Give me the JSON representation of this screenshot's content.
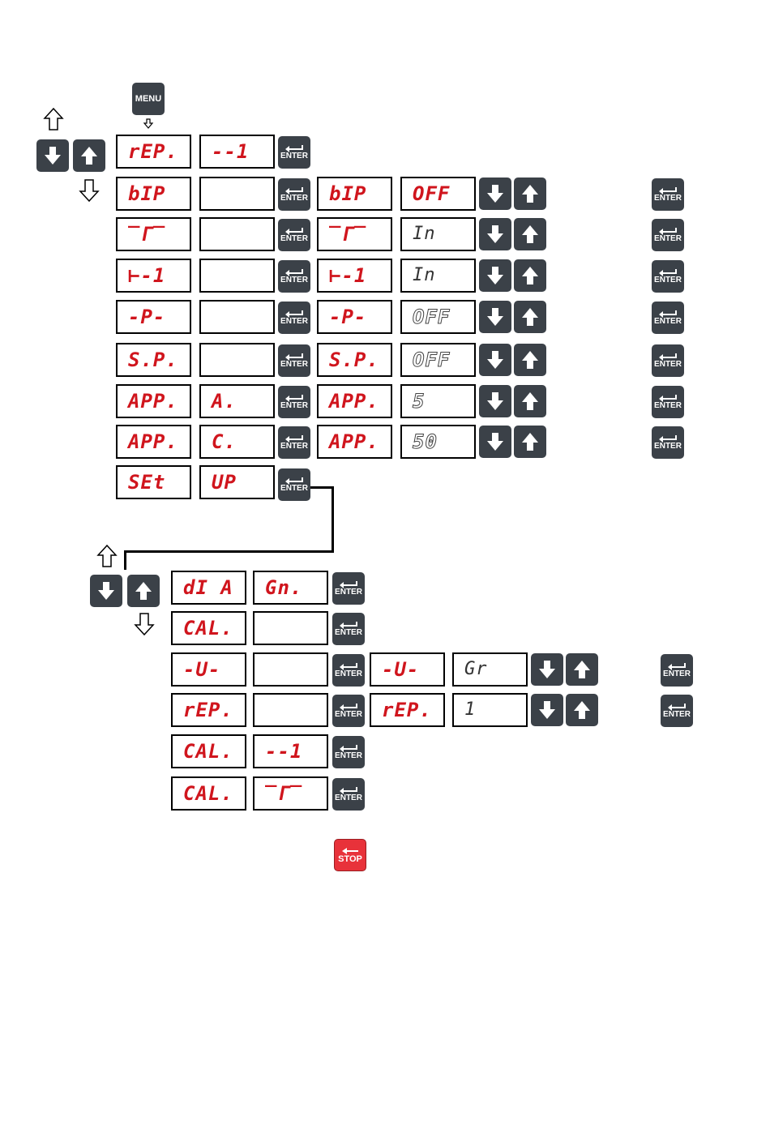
{
  "menu_key": {
    "label": "MENU"
  },
  "enter_label": "ENTER",
  "stop_label": "STOP",
  "main_menu": {
    "header": {
      "left": "rEP.",
      "right": "--1"
    },
    "rows": [
      {
        "left": "bIP",
        "mid": "",
        "sub_left": "bIP",
        "sub_value": "OFF",
        "value_style": "red"
      },
      {
        "left": "‾Γ‾",
        "mid": "",
        "sub_left": "‾Γ‾",
        "sub_value": "In",
        "value_style": "dark"
      },
      {
        "left": "⊢-1",
        "mid": "",
        "sub_left": "⊢-1",
        "sub_value": "In",
        "value_style": "dark"
      },
      {
        "left": "-P-",
        "mid": "",
        "sub_left": "-P-",
        "sub_value": "OFF",
        "value_style": "outline"
      },
      {
        "left": "S.P.",
        "mid": "",
        "sub_left": "S.P.",
        "sub_value": "OFF",
        "value_style": "outline"
      },
      {
        "left": "APP.",
        "mid": "A.",
        "sub_left": "APP.",
        "sub_value": "5",
        "value_style": "outline"
      },
      {
        "left": "APP.",
        "mid": "C.",
        "sub_left": "APP.",
        "sub_value": "50",
        "value_style": "outline"
      }
    ],
    "setup": {
      "left": "SEt",
      "right": "UP"
    }
  },
  "setup_menu": {
    "rows": [
      {
        "left": "dI A",
        "mid": "Gn."
      },
      {
        "left": "CAL.",
        "mid": ""
      },
      {
        "left": "-U-",
        "mid": "",
        "sub_left": "-U-",
        "sub_value": "Gr"
      },
      {
        "left": "rEP.",
        "mid": "",
        "sub_left": "rEP.",
        "sub_value": "1"
      },
      {
        "left": "CAL.",
        "mid": "--1"
      },
      {
        "left": "CAL.",
        "mid": "‾Γ‾"
      }
    ]
  },
  "icons": {
    "nav_up": "hollow-up-arrow-icon",
    "nav_down": "hollow-down-arrow-icon",
    "key_down": "down-arrow-icon",
    "key_up": "up-arrow-icon",
    "enter": "enter-return-icon",
    "stop": "stop-return-icon"
  },
  "colors": {
    "segment_red": "#d0151d",
    "key_bg": "#3b4148",
    "stop_bg": "#e8323a"
  }
}
